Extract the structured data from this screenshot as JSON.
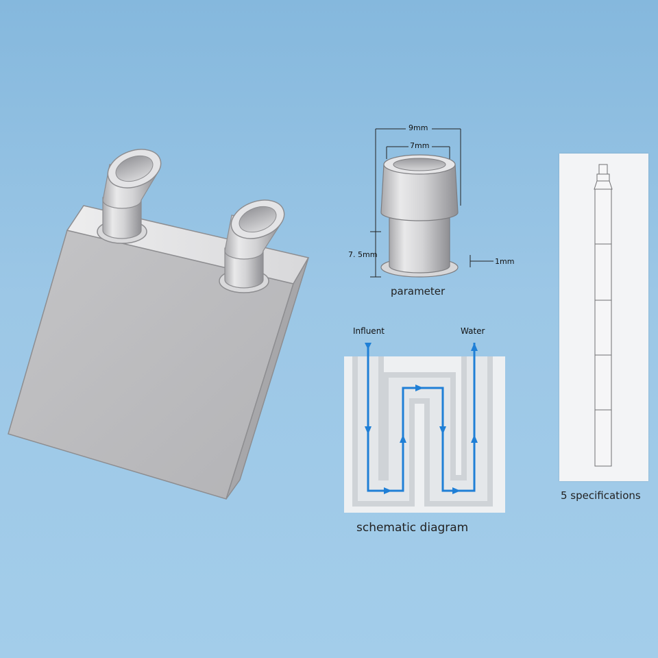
{
  "parameter": {
    "outer_width": "9mm",
    "inner_width": "7mm",
    "height": "7. 5mm",
    "flange": "1mm",
    "caption": "parameter"
  },
  "schematic": {
    "inlet_label": "Influent",
    "outlet_label": "Water",
    "caption": "schematic diagram"
  },
  "specifications": {
    "caption": "5 specifications"
  },
  "colors": {
    "flow_arrow": "#1f7fd6",
    "metal": "#c9c9cb",
    "background": "#95c3e4"
  }
}
